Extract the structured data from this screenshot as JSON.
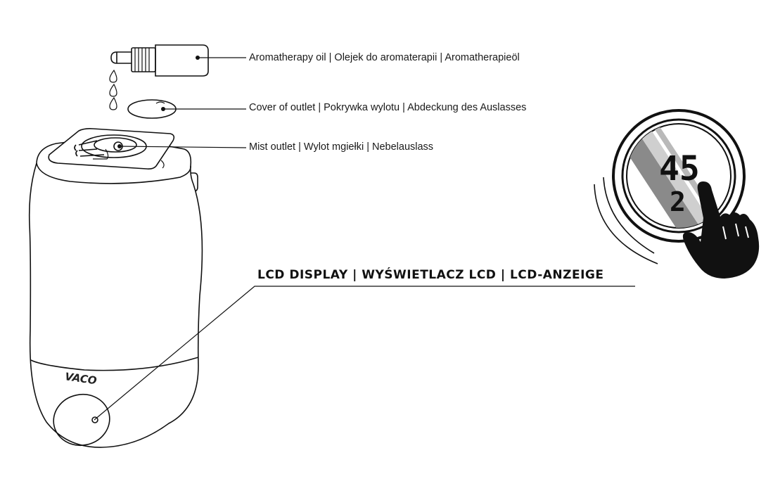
{
  "labels": {
    "aromatherapy_oil": "Aromatherapy oil | Olejek do aromaterapii | Aromatherapieöl",
    "cover_of_outlet": "Cover of outlet | Pokrywka wylotu  | Abdeckung des Auslasses",
    "mist_outlet": "Mist outlet | Wylot mgiełki | Nebelauslass",
    "lcd_display": "LCD DISPLAY | WYŚWIETLACZ LCD | LCD-ANZEIGE"
  },
  "brand": {
    "logo_text": "VACO"
  },
  "display": {
    "top_value": "45",
    "bottom_value": "2"
  },
  "icons": [
    "oil-dropper-bottle-icon",
    "oil-drop-icon",
    "pointing-hand-icon"
  ]
}
